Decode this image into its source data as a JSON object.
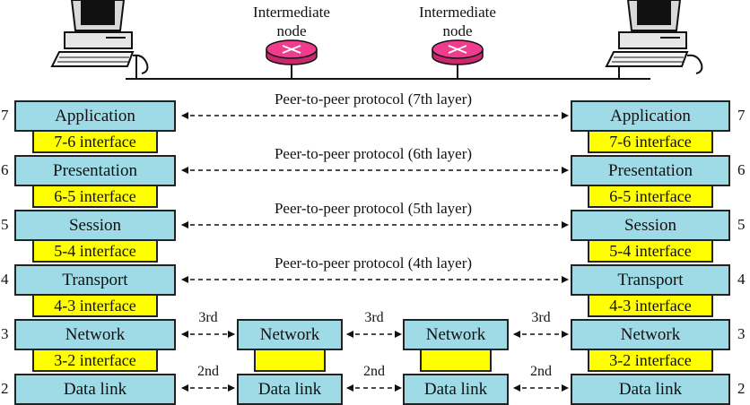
{
  "nodes": {
    "intermediate_1_line1": "Intermediate",
    "intermediate_1_line2": "node",
    "intermediate_2_line1": "Intermediate",
    "intermediate_2_line2": "node"
  },
  "layers": [
    {
      "number": "7",
      "name": "Application",
      "interface": "7-6 interface"
    },
    {
      "number": "6",
      "name": "Presentation",
      "interface": "6-5 interface"
    },
    {
      "number": "5",
      "name": "Session",
      "interface": "5-4 interface"
    },
    {
      "number": "4",
      "name": "Transport",
      "interface": "4-3 interface"
    },
    {
      "number": "3",
      "name": "Network",
      "interface": "3-2 interface"
    },
    {
      "number": "2",
      "name": "Data link",
      "interface": ""
    }
  ],
  "protocols": [
    "Peer-to-peer protocol (7th layer)",
    "Peer-to-peer protocol (6th layer)",
    "Peer-to-peer protocol (5th layer)",
    "Peer-to-peer protocol (4th layer)"
  ],
  "intermediate_layers": {
    "network": "Network",
    "datalink": "Data link"
  },
  "hops": {
    "network": "3rd",
    "datalink": "2nd"
  },
  "colors": {
    "layer_fill": "#9fdbe6",
    "interface_fill": "#ffff00",
    "router_fill": "#f03c8c"
  }
}
